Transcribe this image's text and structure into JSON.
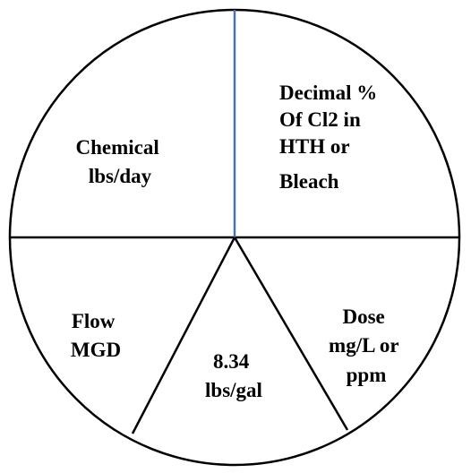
{
  "diagram": {
    "colors": {
      "outline": "#000000",
      "vertical_divider": "#4a73aa",
      "background": "#ffffff",
      "text": "#000000"
    },
    "segments": {
      "chemical": {
        "lines": [
          "Chemical",
          "lbs/day"
        ]
      },
      "decimal": {
        "lines": [
          "Decimal %",
          "Of Cl2 in",
          "HTH or",
          "Bleach"
        ]
      },
      "flow": {
        "lines": [
          "Flow",
          "MGD"
        ]
      },
      "constant": {
        "lines": [
          "8.34",
          "lbs/gal"
        ]
      },
      "dose": {
        "lines": [
          "Dose",
          "mg/L or",
          "ppm"
        ]
      }
    }
  }
}
